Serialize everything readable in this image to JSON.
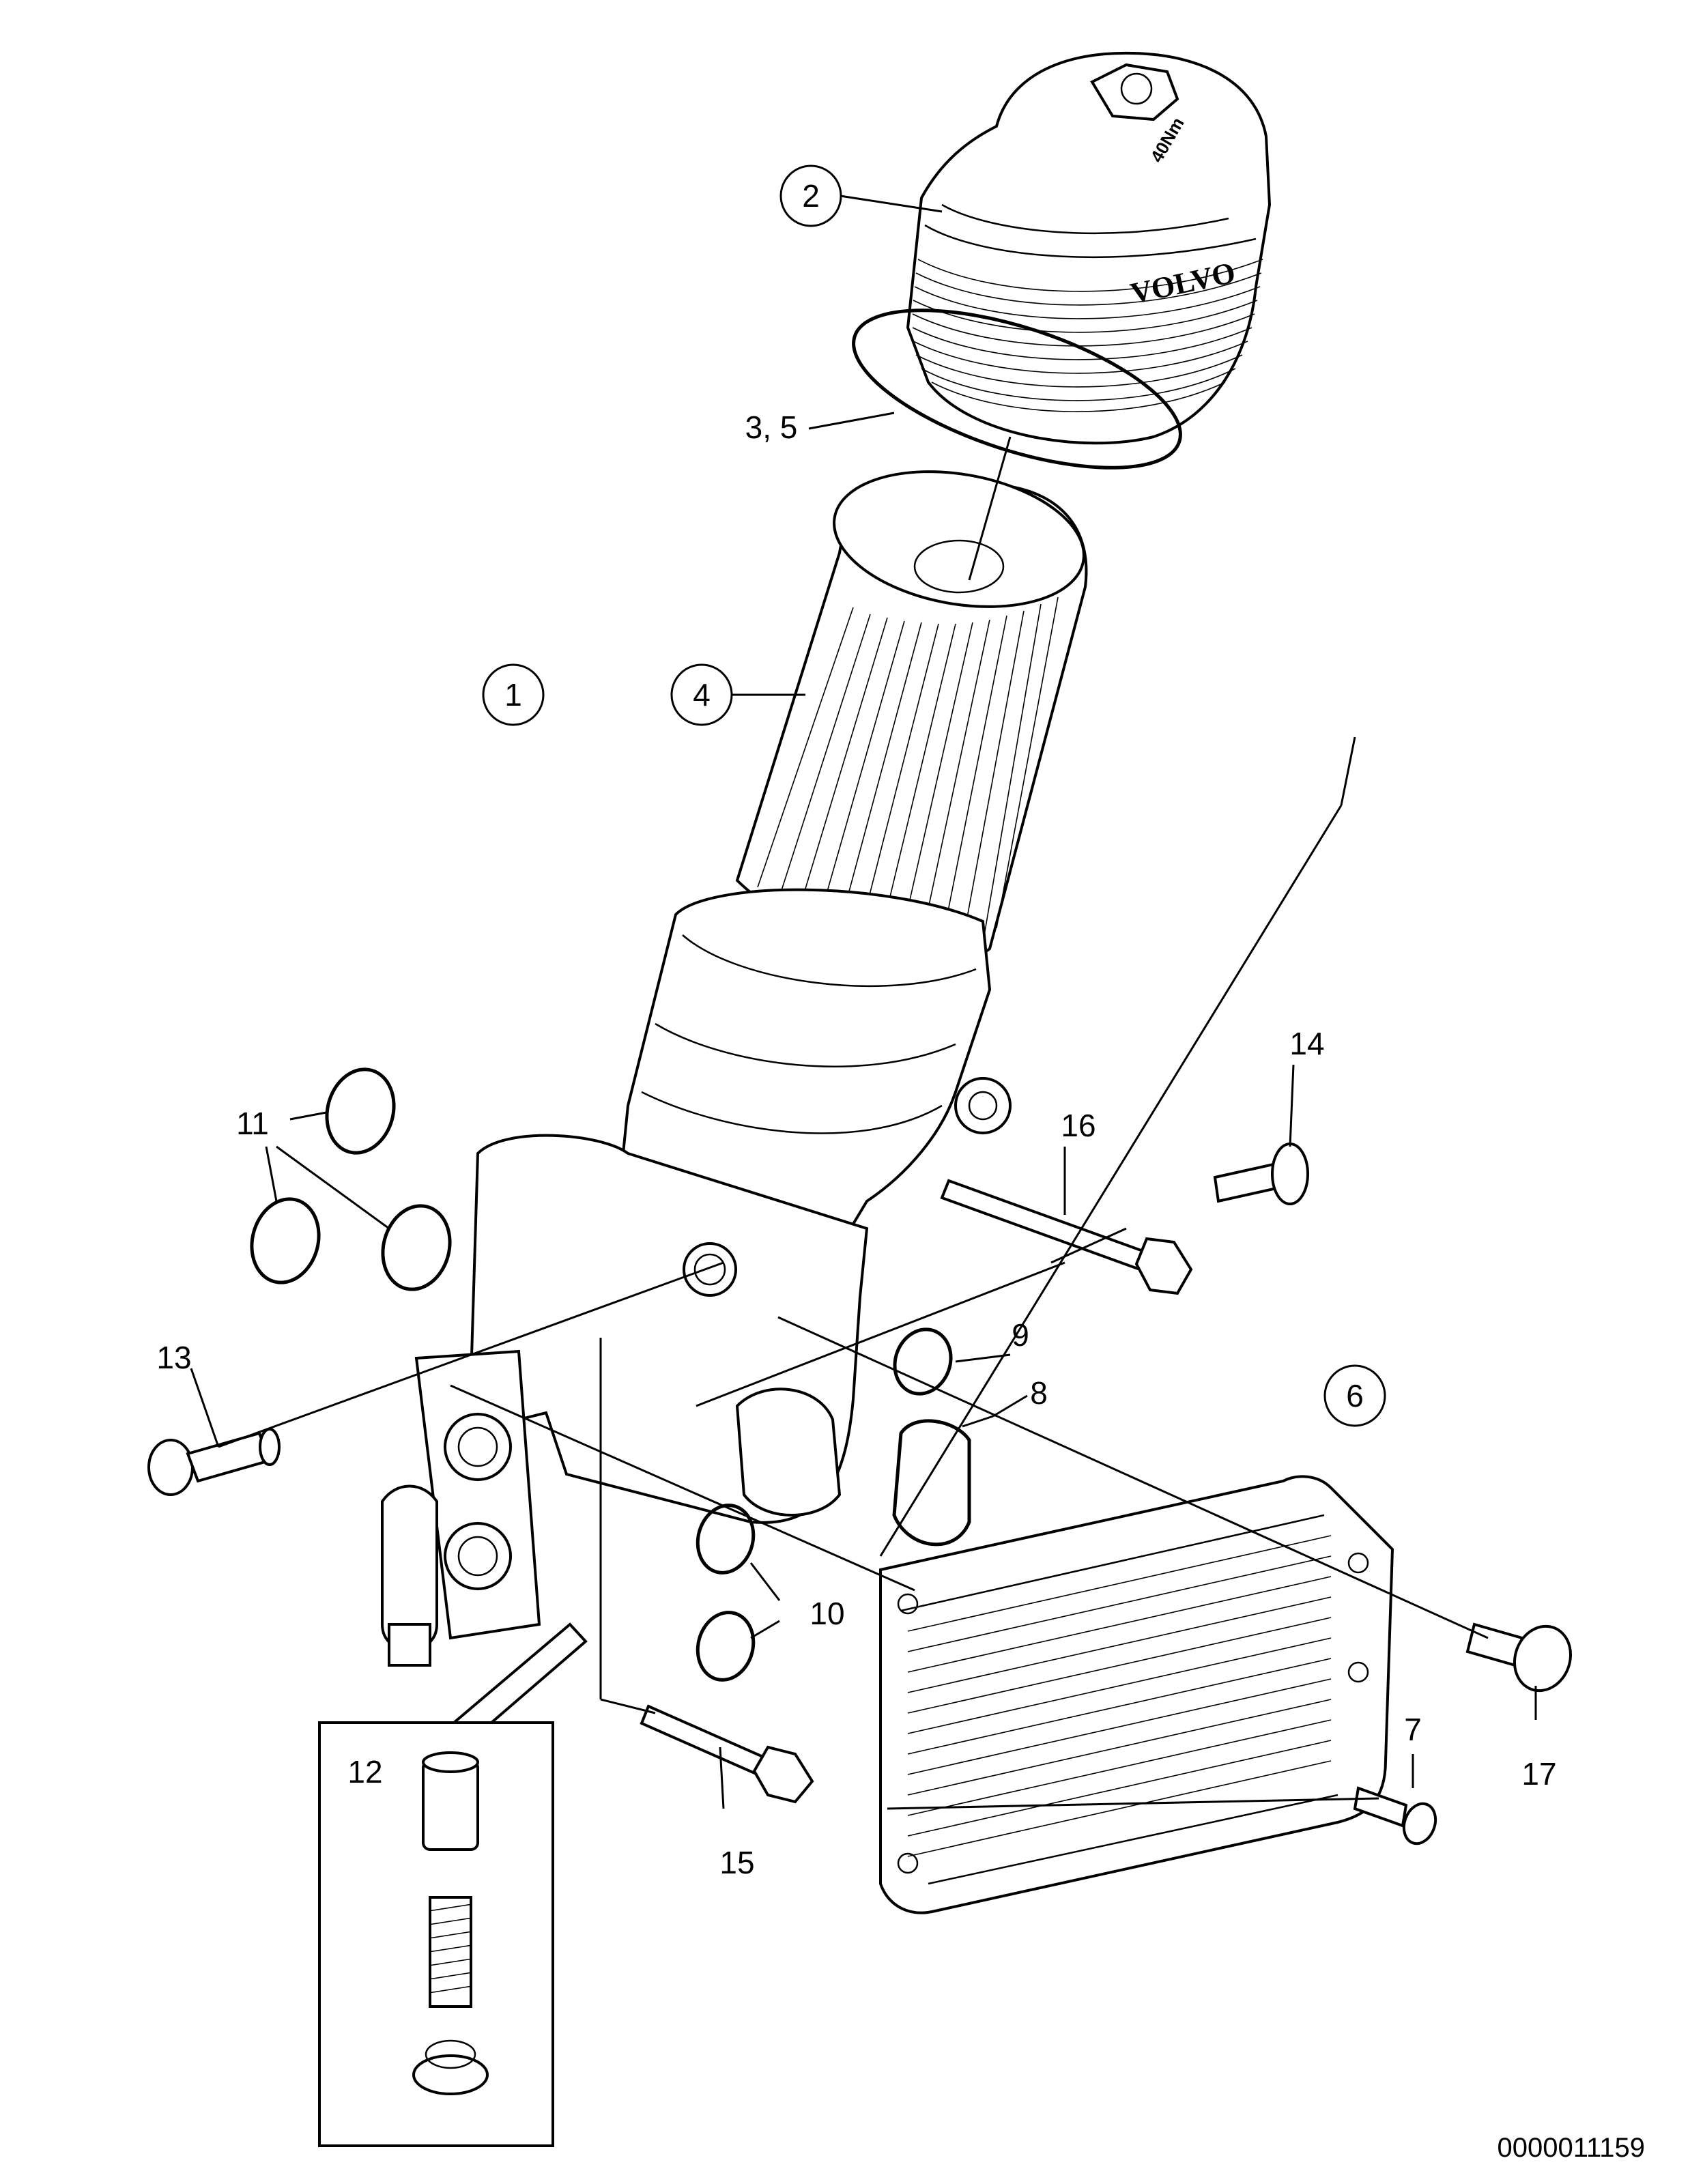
{
  "document_id": "0000011159",
  "brand_mark": "VOLVO",
  "torque_mark": "40Nm",
  "callouts": [
    {
      "id": "c1",
      "label": "1",
      "circled": true
    },
    {
      "id": "c2",
      "label": "2",
      "circled": true
    },
    {
      "id": "c35",
      "label": "3, 5",
      "circled": false
    },
    {
      "id": "c4",
      "label": "4",
      "circled": true
    },
    {
      "id": "c6",
      "label": "6",
      "circled": true
    },
    {
      "id": "c7",
      "label": "7",
      "circled": false
    },
    {
      "id": "c8",
      "label": "8",
      "circled": false
    },
    {
      "id": "c9",
      "label": "9",
      "circled": false
    },
    {
      "id": "c10",
      "label": "10",
      "circled": false
    },
    {
      "id": "c11",
      "label": "11",
      "circled": false
    },
    {
      "id": "c12",
      "label": "12",
      "circled": false
    },
    {
      "id": "c13",
      "label": "13",
      "circled": false
    },
    {
      "id": "c14",
      "label": "14",
      "circled": false
    },
    {
      "id": "c15",
      "label": "15",
      "circled": false
    },
    {
      "id": "c16",
      "label": "16",
      "circled": false
    },
    {
      "id": "c17",
      "label": "17",
      "circled": false
    }
  ]
}
